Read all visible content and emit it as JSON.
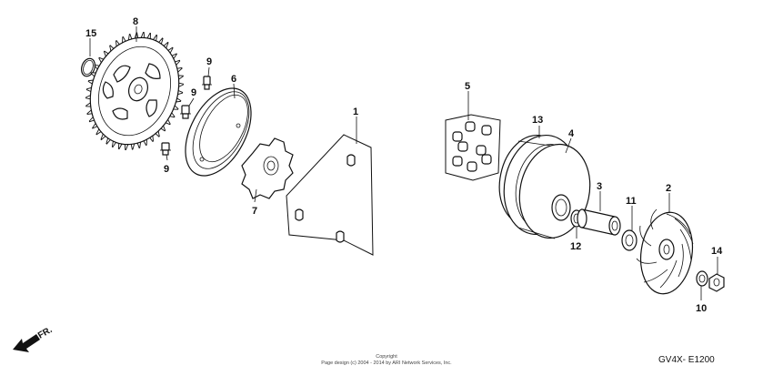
{
  "callouts": [
    {
      "id": "1",
      "text": "1"
    },
    {
      "id": "2",
      "text": "2"
    },
    {
      "id": "3",
      "text": "3"
    },
    {
      "id": "4",
      "text": "4"
    },
    {
      "id": "5",
      "text": "5"
    },
    {
      "id": "6",
      "text": "6"
    },
    {
      "id": "7",
      "text": "7"
    },
    {
      "id": "8",
      "text": "8"
    },
    {
      "id": "9a",
      "text": "9"
    },
    {
      "id": "9b",
      "text": "9"
    },
    {
      "id": "9c",
      "text": "9"
    },
    {
      "id": "10",
      "text": "10"
    },
    {
      "id": "11",
      "text": "11"
    },
    {
      "id": "12",
      "text": "12"
    },
    {
      "id": "13",
      "text": "13"
    },
    {
      "id": "14",
      "text": "14"
    },
    {
      "id": "15",
      "text": "15"
    }
  ],
  "direction_label": "FR.",
  "copyright_line1": "Copyright",
  "copyright_line2": "Page design (c) 2004 - 2014 by ARI Network Services, Inc.",
  "diagram_code": "GV4X- E1200"
}
